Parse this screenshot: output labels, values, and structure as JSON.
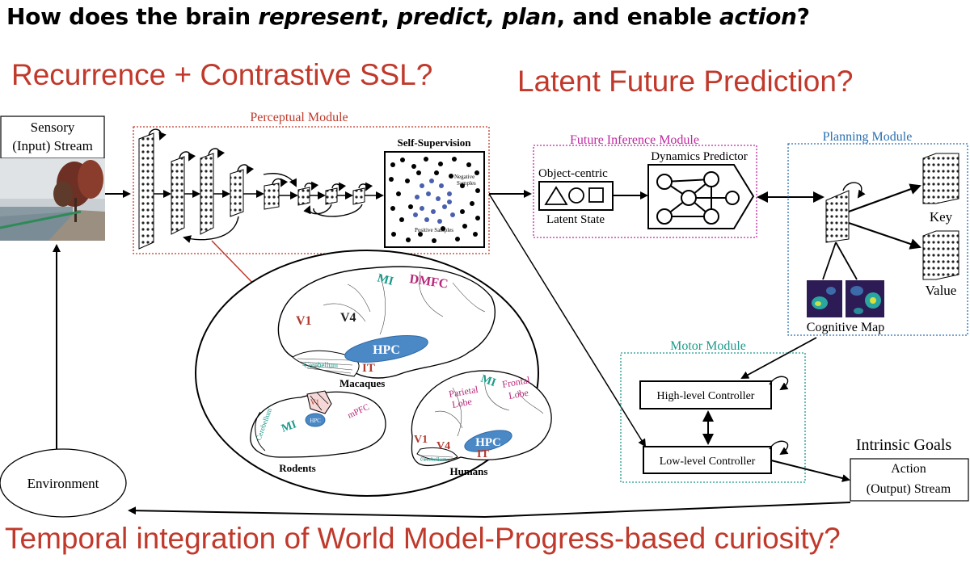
{
  "title": {
    "prefix": "How does the brain ",
    "represent": "represent",
    "sep1": ", ",
    "predict": "predict,",
    "sep2": " ",
    "plan": "plan",
    "sep3": ", and enable ",
    "action": "action",
    "suffix": "?"
  },
  "questions": {
    "recurrence": "Recurrence + Contrastive SSL?",
    "latent": "Latent Future Prediction?",
    "temporal": "Temporal integration of World Model-Progress-based curiosity?"
  },
  "sensory": {
    "line1": "Sensory",
    "line2": "(Input) Stream"
  },
  "perceptual": {
    "title": "Perceptual Module",
    "ssl_title": "Self-Supervision",
    "negative": [
      "Negative",
      "Samples"
    ],
    "positive": "Positive Samples"
  },
  "future": {
    "title": "Future Inference Module",
    "object_centric": "Object-centric",
    "latent_state": "Latent State",
    "dynamics": "Dynamics Predictor"
  },
  "planning": {
    "title": "Planning Module",
    "key": "Key",
    "value": "Value",
    "cognitive_map": "Cognitive Map"
  },
  "motor": {
    "title": "Motor Module",
    "high": "High-level Controller",
    "low": "Low-level Controller"
  },
  "goals": {
    "intrinsic": "Intrinsic Goals",
    "action": "Action",
    "output": "(Output) Stream"
  },
  "environment": "Environment",
  "brains": {
    "macaques": {
      "label": "Macaques",
      "v1": "V1",
      "v4": "V4",
      "mi": "MI",
      "dmfc": "DMFC",
      "hpc": "HPC",
      "it": "IT",
      "cerebellum": "Cerebellum"
    },
    "rodents": {
      "label": "Rodents",
      "v1": "V1",
      "mi": "MI",
      "hpc": "HPC",
      "mpfc": "mPFC",
      "cerebellum": "Cerebellum"
    },
    "humans": {
      "label": "Humans",
      "v1": "V1",
      "v4": "V4",
      "it": "IT",
      "hpc": "HPC",
      "mi": "MI",
      "parietal": [
        "Parietal",
        "Lobe"
      ],
      "frontal": [
        "Frontal",
        "Lobe"
      ],
      "cerebellum": "Cerebellum"
    }
  },
  "colors": {
    "question_red": "#c0392b",
    "perceptual_border": "#c0392b",
    "future_border": "#c026a0",
    "planning_border": "#2a6fb0",
    "motor_border": "#1a9a8a",
    "hpc_blue": "#3f7fbf",
    "brain_teal": "#1a9a8a",
    "brain_magenta": "#b8287a",
    "brain_red": "#b03a2e"
  }
}
